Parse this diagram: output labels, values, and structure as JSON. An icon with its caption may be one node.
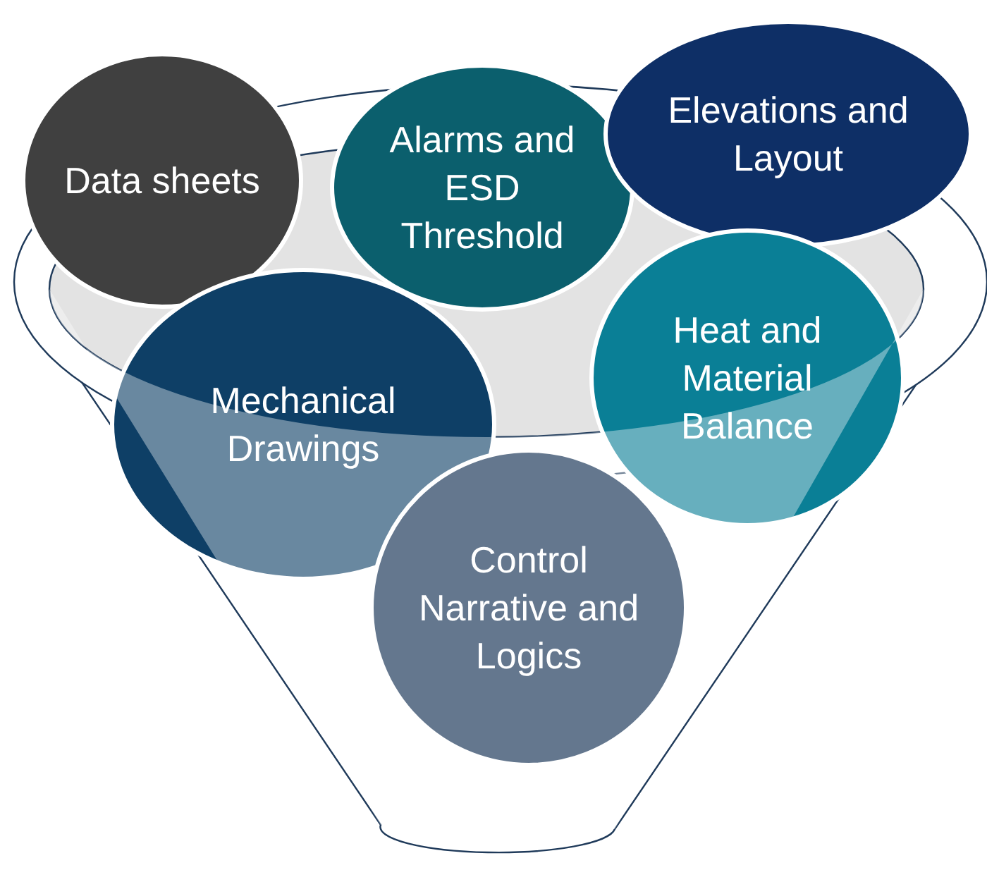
{
  "diagram": {
    "nodes": [
      {
        "text": [
          "Data sheets"
        ]
      },
      {
        "text": [
          "Alarms and ESD Threshold"
        ]
      },
      {
        "text": [
          "Elevations and Layout"
        ]
      },
      {
        "text": [
          "Heat and Material Balance"
        ]
      },
      {
        "text": [
          "Mechanical Drawings"
        ]
      },
      {
        "text": [
          "Control Narrative and Logics"
        ]
      }
    ]
  }
}
